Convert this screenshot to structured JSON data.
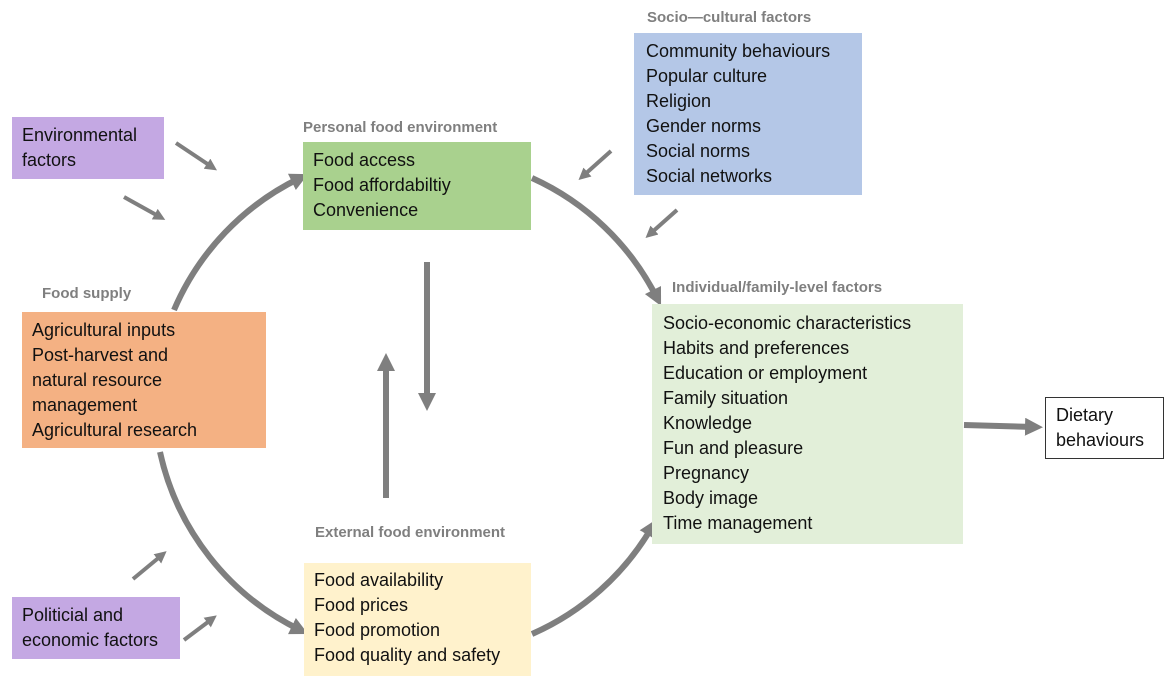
{
  "colors": {
    "arrow": "#7f7f7f",
    "environmental": "#c4a8e3",
    "political": "#c4a8e3",
    "personal": "#a9d18e",
    "sociocultural": "#b4c7e7",
    "food_supply": "#f4b183",
    "individual": "#e2efd9",
    "external": "#fff2cc",
    "outcome_border": "#333333"
  },
  "environmental": {
    "lines": [
      "Environmental",
      "factors"
    ]
  },
  "personal": {
    "heading": "Personal food environment",
    "items": [
      "Food access",
      "Food affordabiltiy",
      "Convenience"
    ]
  },
  "sociocultural": {
    "heading": "Socio—cultural factors",
    "items": [
      "Community behaviours",
      "Popular culture",
      "Religion",
      "Gender norms",
      "Social norms",
      "Social networks"
    ]
  },
  "food_supply": {
    "heading": "Food supply",
    "items": [
      "Agricultural inputs",
      "Post-harvest and",
      "natural resource",
      "management",
      "Agricultural research"
    ]
  },
  "individual": {
    "heading": "Individual/family-level factors",
    "items": [
      "Socio-economic characteristics",
      "Habits and preferences",
      "Education or employment",
      "Family situation",
      "Knowledge",
      "Fun and pleasure",
      "Pregnancy",
      "Body image",
      "Time management"
    ]
  },
  "outcome": {
    "lines": [
      "Dietary",
      "behaviours"
    ]
  },
  "external": {
    "heading": "External food environment",
    "items": [
      "Food availability",
      "Food prices",
      "Food promotion",
      "Food quality and safety"
    ]
  },
  "political": {
    "lines": [
      "Politicial and",
      "economic factors"
    ]
  }
}
